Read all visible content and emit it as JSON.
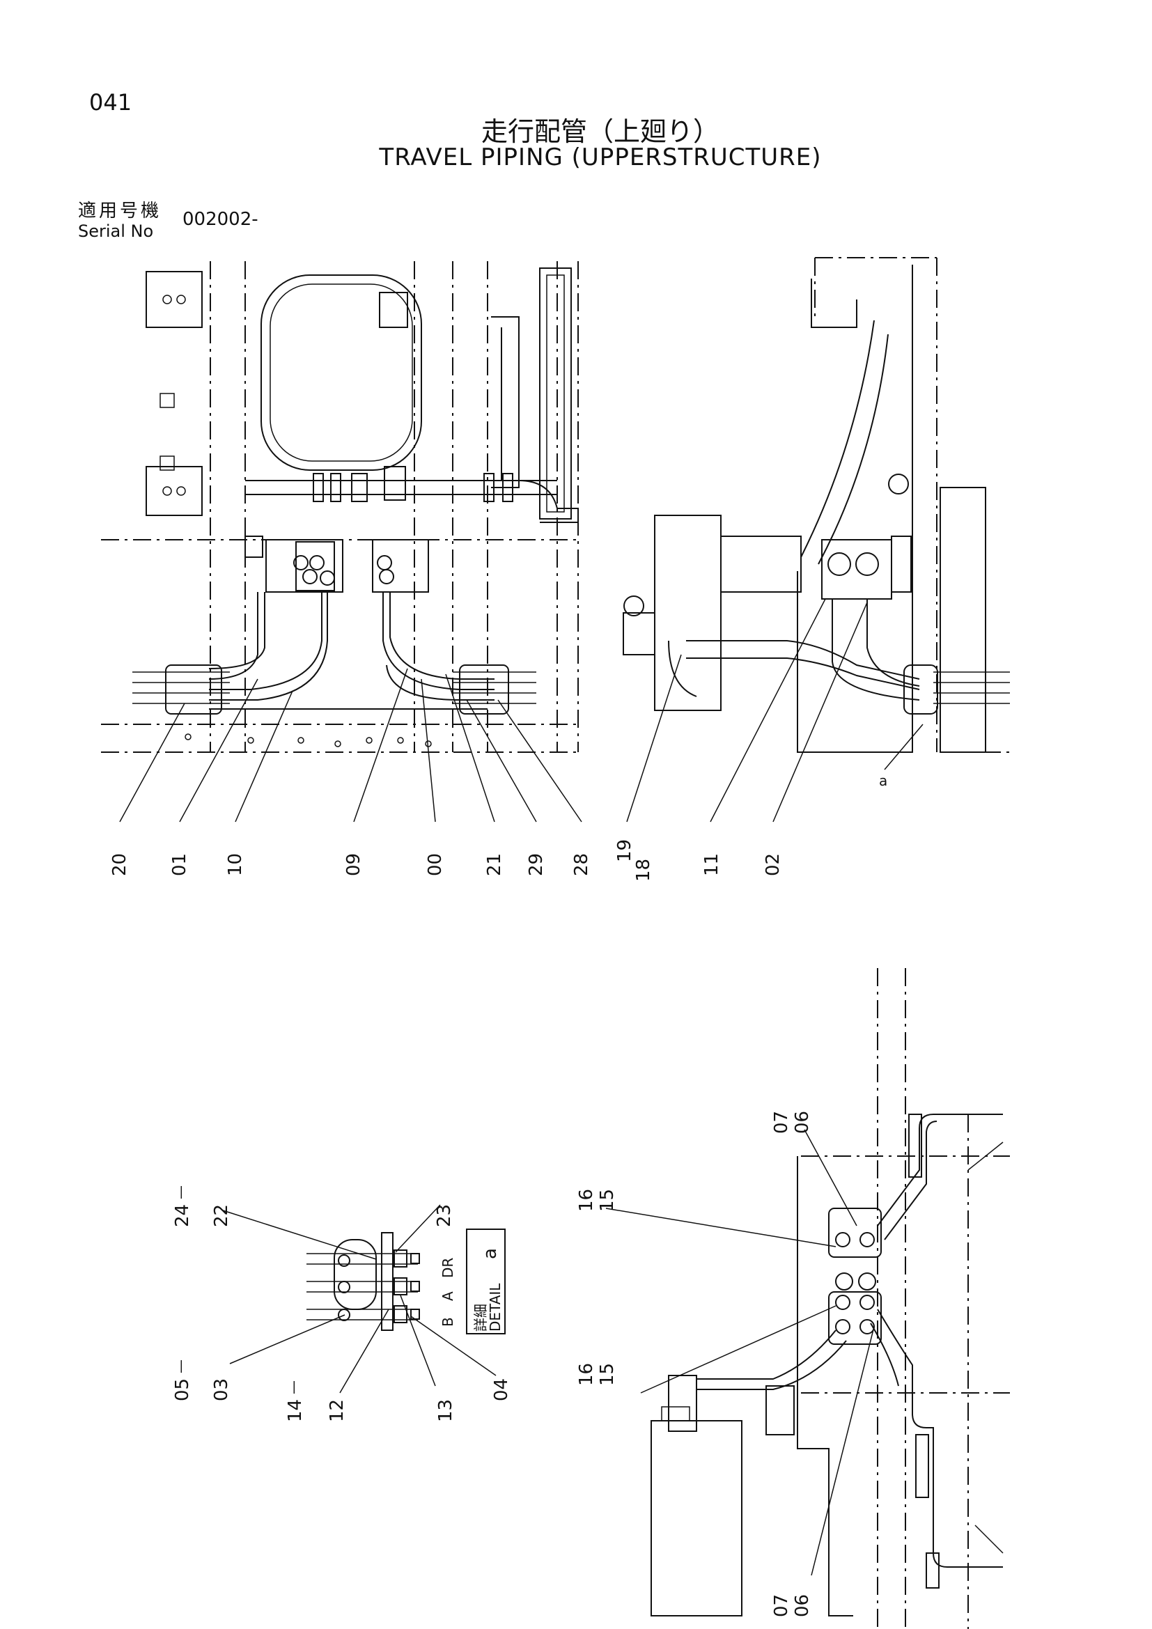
{
  "header": {
    "page_number": "041",
    "title_jp": "走行配管（上廻り）",
    "title_en": "TRAVEL PIPING (UPPERSTRUCTURE)",
    "serial_label_jp": "適用号機",
    "serial_label_en": "Serial No",
    "serial_value": "002002-"
  },
  "views": {
    "top_left": {
      "callouts": [
        "20",
        "01",
        "10",
        "09",
        "00",
        "21",
        "29",
        "28"
      ]
    },
    "top_right": {
      "callouts": [
        "19",
        "18",
        "11",
        "02"
      ],
      "detail_marker": "a"
    },
    "detail": {
      "callouts_top": [
        "24",
        "22",
        "23"
      ],
      "callouts_bottom": [
        "05",
        "03",
        "14",
        "12",
        "13",
        "04"
      ],
      "port_labels": [
        "DR",
        "A",
        "B"
      ],
      "detail_box": {
        "jp": "詳細",
        "en": "DETAIL",
        "marker": "a"
      }
    },
    "bottom_right": {
      "callouts": [
        "07",
        "06",
        "16",
        "15",
        "16",
        "15",
        "07",
        "06"
      ]
    }
  }
}
